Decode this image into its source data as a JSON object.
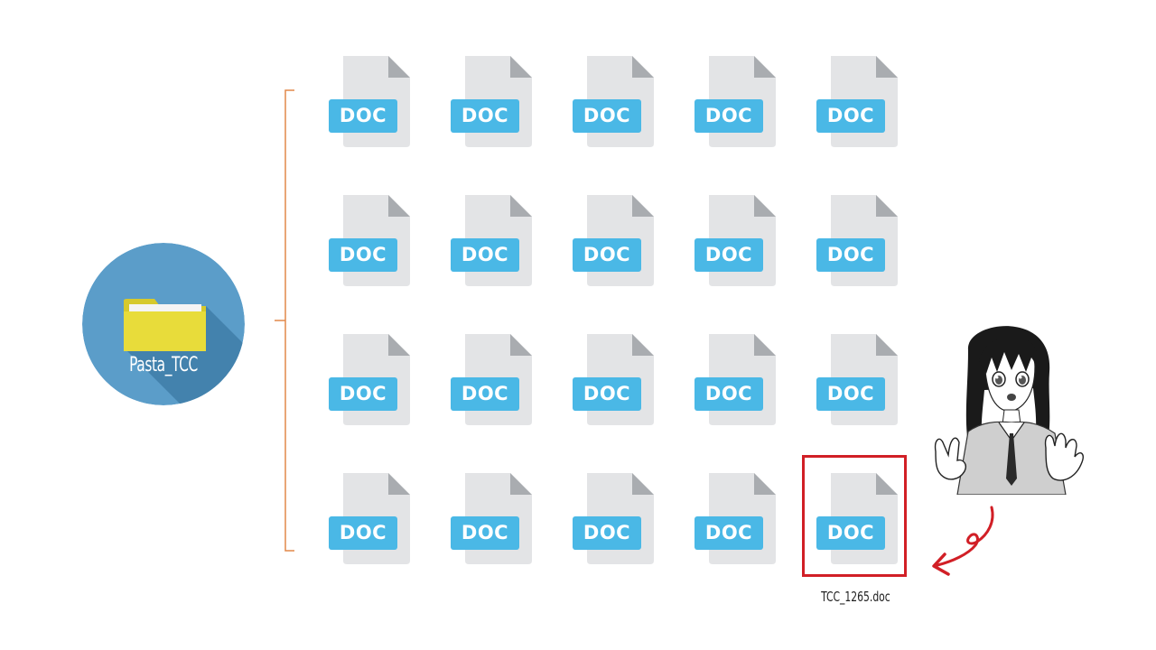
{
  "slide": {
    "folder": {
      "label": "Pasta_TCC",
      "icon": "folder-icon",
      "circle_color": "#5b9dc9",
      "folder_color": "#e8dc3a"
    },
    "documents": {
      "badge_label": "DOC",
      "badge_color": "#4ab8e6",
      "page_color": "#e3e4e6",
      "fold_color": "#a9acb0",
      "rows": 4,
      "columns": 5
    },
    "highlight": {
      "file_name": "TCC_1265.doc",
      "border_color": "#d11f26"
    },
    "arrow": {
      "icon": "curly-arrow-icon",
      "color": "#d11f26"
    },
    "character": {
      "icon": "surprised-anime-girl-illustration"
    },
    "bracket_color": "#e2894a"
  }
}
